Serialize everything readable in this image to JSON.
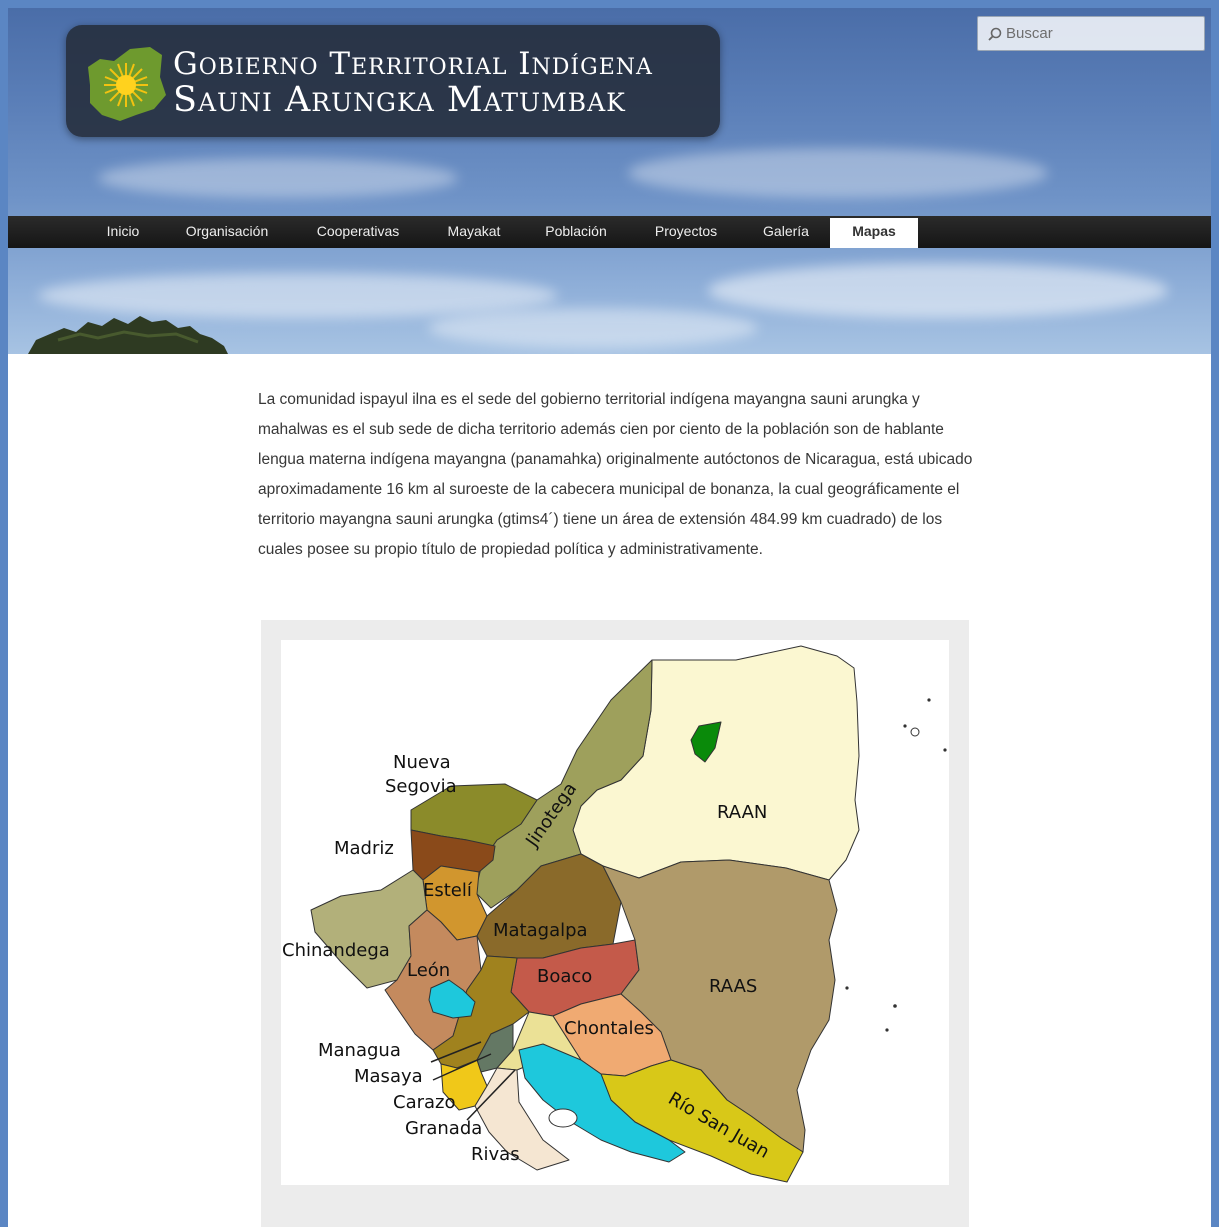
{
  "header": {
    "title_line1": "Gobierno Territorial Indígena",
    "title_line2": "Sauni Arungka Matumbak"
  },
  "search": {
    "placeholder": "Buscar"
  },
  "nav": {
    "items": [
      {
        "label": "Inicio"
      },
      {
        "label": "Organisación"
      },
      {
        "label": "Cooperativas"
      },
      {
        "label": "Mayakat"
      },
      {
        "label": "Población"
      },
      {
        "label": "Proyectos"
      },
      {
        "label": "Galería"
      },
      {
        "label": "Mapas",
        "active": true
      }
    ]
  },
  "content": {
    "intro": "La comunidad ispayul ilna es el sede del gobierno territorial indígena mayangna sauni arungka y mahalwas es el sub sede de dicha territorio además cien por ciento de la población son de hablante lengua materna indígena mayangna (panamahka) originalmente autóctonos de Nicaragua, está ubicado aproximadamente 16 km al suroeste de la cabecera municipal de bonanza, la cual geográficamente el territorio mayangna sauni arungka (gtims4´) tiene un área de extensión 484.99 km cuadrado) de los cuales posee su propio título de propiedad política y administrativamente."
  },
  "map": {
    "labels": {
      "nueva": "Nueva",
      "segovia": "Segovia",
      "madriz": "Madriz",
      "esteli": "Estelí",
      "chinandega": "Chinandega",
      "leon": "León",
      "jinotega": "Jinotega",
      "matagalpa": "Matagalpa",
      "boaco": "Boaco",
      "chontales": "Chontales",
      "raan": "RAAN",
      "raas": "RAAS",
      "managua": "Managua",
      "masaya": "Masaya",
      "carazo": "Carazo",
      "granada": "Granada",
      "rivas": "Rivas",
      "rio_san_juan": "Río San Juan"
    },
    "colors": {
      "raan": "#fbf7d1",
      "jinotega": "#9ea05c",
      "nueva_segovia": "#8b8b2a",
      "madriz": "#8a4a1a",
      "esteli": "#d1962e",
      "chinandega": "#b2b07a",
      "leon": "#c48a5e",
      "matagalpa": "#8a6a2a",
      "boaco": "#c45a4a",
      "chontales": "#f0aa72",
      "raas": "#b09a6a",
      "managua": "#a0821e",
      "masaya": "#647864",
      "carazo": "#f0c819",
      "granada": "#ebe196",
      "rivas": "#f5e6d2",
      "rio_san_juan": "#d8c818",
      "lake": "#1ec8dc",
      "territory": "#0a8a0a"
    }
  }
}
